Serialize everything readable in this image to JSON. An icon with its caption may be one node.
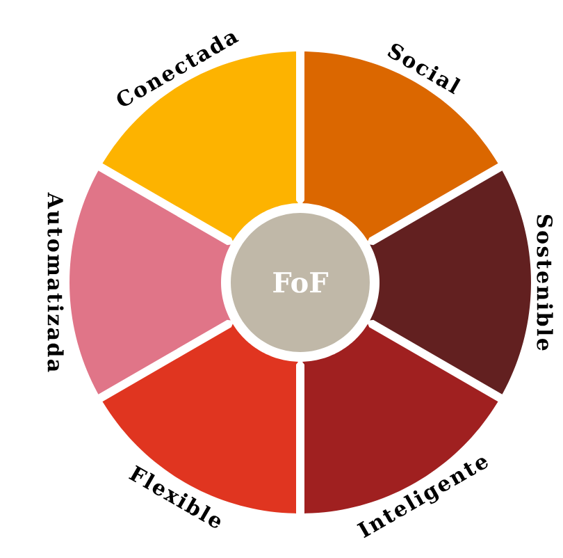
{
  "diagram": {
    "nodes": [
      {
        "text": [
          "FoF"
        ]
      },
      {
        "text": [
          "Conectada"
        ]
      },
      {
        "text": [
          "Social"
        ]
      },
      {
        "text": [
          "Sostenible"
        ]
      },
      {
        "text": [
          "Inteligente"
        ]
      },
      {
        "text": [
          "Flexible"
        ]
      },
      {
        "text": [
          "Automatizada"
        ]
      }
    ]
  }
}
